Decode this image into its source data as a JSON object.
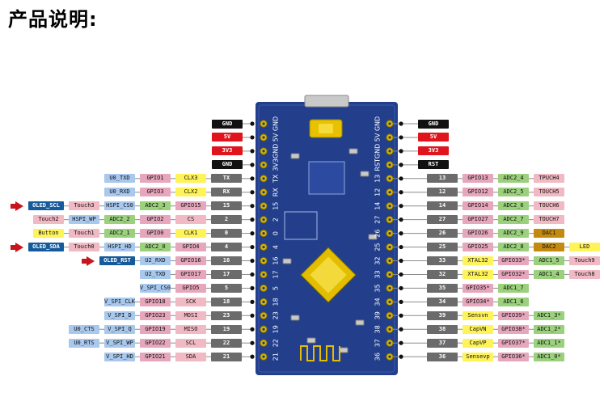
{
  "page_title": "产品说明:",
  "colors": {
    "power": "#111111",
    "red": "#e0141c",
    "pin": "#6b6b6b",
    "gpio": "#e6a7bd",
    "blue": "#a8c8ee",
    "yellow": "#fff35a",
    "green": "#9bd07d",
    "pink": "#f1b9c3",
    "orange": "#c48a10",
    "navy": "#155a9c",
    "board": "#233f8c",
    "grey": "#d9d9d9"
  },
  "board": {
    "left_silk": [
      "GND",
      "5V",
      "GND",
      "3V3",
      "TX",
      "RX",
      "15",
      "2",
      "0",
      "4",
      "16",
      "17",
      "5",
      "18",
      "23",
      "19",
      "22",
      "21"
    ],
    "right_silk": [
      "GND",
      "5V",
      "GND",
      "RST",
      "13",
      "12",
      "14",
      "27",
      "26",
      "25",
      "32",
      "33",
      "35",
      "34",
      "39",
      "38",
      "37",
      "36"
    ]
  },
  "left_rows": [
    {
      "pin": "GND",
      "labels": [],
      "extra": []
    },
    {
      "pin": "5V",
      "labels": [],
      "extra": []
    },
    {
      "pin": "3V3",
      "labels": [],
      "extra": []
    },
    {
      "pin": "GND",
      "labels": [],
      "extra": []
    },
    {
      "pin": "TX",
      "labels": [
        {
          "t": "CLX3",
          "k": "yellow"
        },
        {
          "t": "GPIO1",
          "k": "gpio"
        },
        {
          "t": "U0_TXD",
          "k": "blue"
        }
      ],
      "extra": []
    },
    {
      "pin": "RX",
      "labels": [
        {
          "t": "CLX2",
          "k": "yellow"
        },
        {
          "t": "GPIO3",
          "k": "gpio"
        },
        {
          "t": "U0_RXD",
          "k": "blue"
        }
      ],
      "extra": []
    },
    {
      "pin": "15",
      "labels": [
        {
          "t": "GPIO15",
          "k": "gpio"
        },
        {
          "t": "ADC2_3",
          "k": "green"
        },
        {
          "t": "HSPI_CS0",
          "k": "blue"
        },
        {
          "t": "Touch3",
          "k": "pink"
        },
        {
          "t": "OLED_SCL",
          "k": "navy"
        }
      ],
      "extra": []
    },
    {
      "pin": "2",
      "labels": [
        {
          "t": "CS",
          "k": "pink"
        },
        {
          "t": "GPIO2",
          "k": "gpio"
        },
        {
          "t": "ADC2_2",
          "k": "green"
        },
        {
          "t": "HSPI_WP",
          "k": "blue"
        },
        {
          "t": "Touch2",
          "k": "pink"
        }
      ],
      "extra": []
    },
    {
      "pin": "0",
      "labels": [
        {
          "t": "CLK1",
          "k": "yellow"
        },
        {
          "t": "GPIO0",
          "k": "gpio"
        },
        {
          "t": "ADC2_1",
          "k": "green"
        },
        {
          "t": "Touch1",
          "k": "pink"
        },
        {
          "t": "Button",
          "k": "yellow"
        }
      ],
      "extra": []
    },
    {
      "pin": "4",
      "labels": [
        {
          "t": "GPIO4",
          "k": "gpio"
        },
        {
          "t": "ADC2_0",
          "k": "green"
        },
        {
          "t": "HSPI_HD",
          "k": "blue"
        },
        {
          "t": "Touch0",
          "k": "pink"
        },
        {
          "t": "OLED_SDA",
          "k": "navy"
        }
      ],
      "extra": []
    },
    {
      "pin": "16",
      "labels": [
        {
          "t": "GPIO16",
          "k": "gpio"
        },
        {
          "t": "U2_RXD",
          "k": "blue"
        },
        {
          "t": "OLED_RST",
          "k": "navy"
        }
      ],
      "extra": []
    },
    {
      "pin": "17",
      "labels": [
        {
          "t": "GPIO17",
          "k": "gpio"
        },
        {
          "t": "U2_TXD",
          "k": "blue"
        }
      ],
      "extra": []
    },
    {
      "pin": "5",
      "labels": [
        {
          "t": "GPIO5",
          "k": "gpio"
        },
        {
          "t": "V_SPI_CS0",
          "k": "blue"
        }
      ],
      "extra": []
    },
    {
      "pin": "18",
      "labels": [
        {
          "t": "SCK",
          "k": "pink"
        },
        {
          "t": "GPIO18",
          "k": "gpio"
        },
        {
          "t": "V_SPI_CLK",
          "k": "blue"
        }
      ],
      "extra": []
    },
    {
      "pin": "23",
      "labels": [
        {
          "t": "MOSI",
          "k": "pink"
        },
        {
          "t": "GPIO23",
          "k": "gpio"
        },
        {
          "t": "V_SPI_D",
          "k": "blue"
        }
      ],
      "extra": []
    },
    {
      "pin": "19",
      "labels": [
        {
          "t": "MISO",
          "k": "pink"
        },
        {
          "t": "GPIO19",
          "k": "gpio"
        },
        {
          "t": "V_SPI_Q",
          "k": "blue"
        },
        {
          "t": "U0_CTS",
          "k": "blue"
        }
      ],
      "extra": []
    },
    {
      "pin": "22",
      "labels": [
        {
          "t": "SCL",
          "k": "pink"
        },
        {
          "t": "GPIO22",
          "k": "gpio"
        },
        {
          "t": "V_SPI_WP",
          "k": "blue"
        },
        {
          "t": "U0_RTS",
          "k": "blue"
        }
      ],
      "extra": []
    },
    {
      "pin": "21",
      "labels": [
        {
          "t": "SDA",
          "k": "pink"
        },
        {
          "t": "GPIO21",
          "k": "gpio"
        },
        {
          "t": "V_SPI_HD",
          "k": "blue"
        }
      ],
      "extra": []
    }
  ],
  "right_rows": [
    {
      "pin": "GND",
      "labels": []
    },
    {
      "pin": "5V",
      "labels": []
    },
    {
      "pin": "3V3",
      "labels": []
    },
    {
      "pin": "RST",
      "labels": []
    },
    {
      "pin": "13",
      "labels": [
        {
          "t": "GPIO13",
          "k": "gpio"
        },
        {
          "t": "ADC2_4",
          "k": "green"
        },
        {
          "t": "TPUCH4",
          "k": "pink"
        }
      ]
    },
    {
      "pin": "12",
      "labels": [
        {
          "t": "GPIO12",
          "k": "gpio"
        },
        {
          "t": "ADC2_5",
          "k": "green"
        },
        {
          "t": "TOUCH5",
          "k": "pink"
        }
      ]
    },
    {
      "pin": "14",
      "labels": [
        {
          "t": "GPIO14",
          "k": "gpio"
        },
        {
          "t": "ADC2_6",
          "k": "green"
        },
        {
          "t": "TOUCH6",
          "k": "pink"
        }
      ]
    },
    {
      "pin": "27",
      "labels": [
        {
          "t": "GPIO27",
          "k": "gpio"
        },
        {
          "t": "ADC2_7",
          "k": "green"
        },
        {
          "t": "TOUCH7",
          "k": "pink"
        }
      ]
    },
    {
      "pin": "26",
      "labels": [
        {
          "t": "GPIO26",
          "k": "gpio"
        },
        {
          "t": "ADC2_9",
          "k": "green"
        },
        {
          "t": "DAC1",
          "k": "orange"
        }
      ]
    },
    {
      "pin": "25",
      "labels": [
        {
          "t": "GPIO25",
          "k": "gpio"
        },
        {
          "t": "ADC2_8",
          "k": "green"
        },
        {
          "t": "DAC2",
          "k": "orange"
        },
        {
          "t": "LED",
          "k": "yellow"
        }
      ]
    },
    {
      "pin": "33",
      "labels": [
        {
          "t": "XTAL32",
          "k": "yellow"
        },
        {
          "t": "GPIO33*",
          "k": "gpio"
        },
        {
          "t": "ADC1_5",
          "k": "green"
        },
        {
          "t": "Touch9",
          "k": "pink"
        }
      ]
    },
    {
      "pin": "32",
      "labels": [
        {
          "t": "XTAL32",
          "k": "yellow"
        },
        {
          "t": "GPIO32*",
          "k": "gpio"
        },
        {
          "t": "ADC1_4",
          "k": "green"
        },
        {
          "t": "Touch8",
          "k": "pink"
        }
      ]
    },
    {
      "pin": "35",
      "labels": [
        {
          "t": "GPIO35*",
          "k": "gpio"
        },
        {
          "t": "ADC1_7",
          "k": "green"
        }
      ]
    },
    {
      "pin": "34",
      "labels": [
        {
          "t": "GPIO34*",
          "k": "gpio"
        },
        {
          "t": "ADC1_6",
          "k": "green"
        }
      ]
    },
    {
      "pin": "39",
      "labels": [
        {
          "t": "Sensvn",
          "k": "yellow"
        },
        {
          "t": "GPIO39*",
          "k": "gpio"
        },
        {
          "t": "ADC1_3*",
          "k": "green"
        }
      ]
    },
    {
      "pin": "38",
      "labels": [
        {
          "t": "CapVN",
          "k": "yellow"
        },
        {
          "t": "GPIO38*",
          "k": "gpio"
        },
        {
          "t": "ADC1_2*",
          "k": "green"
        }
      ]
    },
    {
      "pin": "37",
      "labels": [
        {
          "t": "CapVP",
          "k": "yellow"
        },
        {
          "t": "GPIO37*",
          "k": "gpio"
        },
        {
          "t": "ADC1_1*",
          "k": "green"
        }
      ]
    },
    {
      "pin": "36",
      "labels": [
        {
          "t": "Sensevp",
          "k": "yellow"
        },
        {
          "t": "GPIO36*",
          "k": "gpio"
        },
        {
          "t": "ADC1_0*",
          "k": "green"
        }
      ]
    }
  ]
}
